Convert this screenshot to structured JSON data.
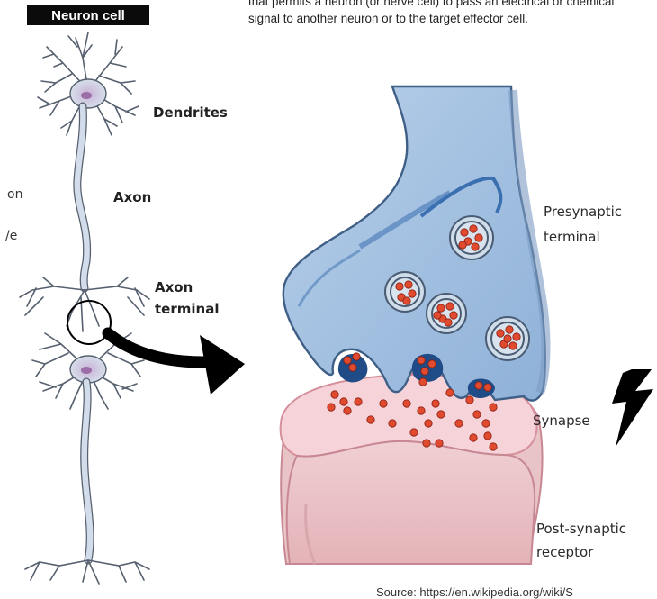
{
  "title": "Neuron cell",
  "intro_text": "that permits a neuron (or nerve cell) to pass an electrical or chemical signal to another neuron or to the target effector cell.",
  "labels": {
    "dendrites": "Dendrites",
    "axon": "Axon",
    "axon_terminal_1": "Axon",
    "axon_terminal_2": "terminal",
    "presynaptic_1": "Presynaptic",
    "presynaptic_2": "terminal",
    "synapse": "Synapse",
    "post_1": "Post-synaptic",
    "post_2": "receptor"
  },
  "cut_text": {
    "line1": "on",
    "line2": "/e"
  },
  "source": "Source: https://en.wikipedia.org/wiki/S",
  "colors": {
    "neuron_body": "#d2dcea",
    "neuron_outline": "#56606e",
    "nucleus": "#9b6ea8",
    "presynaptic": "#a9c5e2",
    "presynaptic_dark": "#3a6fb0",
    "postsynaptic": "#f1c7cf",
    "post_body": "#e9c0c2",
    "vesicle": "#e04a2e",
    "arrow": "#000000"
  },
  "icons": [
    "lightning-bolt-icon",
    "curved-arrow-icon"
  ]
}
